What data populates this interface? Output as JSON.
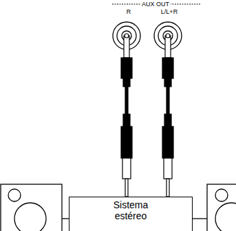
{
  "diagram": {
    "nodes": [
      {
        "text": [
          "Sistema estéreo"
        ]
      }
    ],
    "labels": [
      "AUX OUT",
      "R",
      "L/L+R"
    ]
  }
}
